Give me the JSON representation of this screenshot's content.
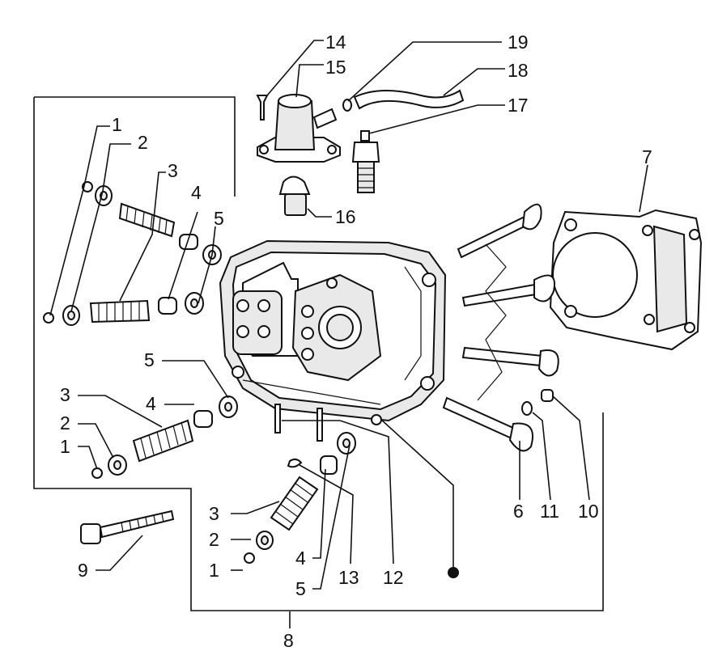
{
  "diagram": {
    "callouts": [
      {
        "id": "c1a",
        "text": "1"
      },
      {
        "id": "c2a",
        "text": "2"
      },
      {
        "id": "c3a",
        "text": "3"
      },
      {
        "id": "c4a",
        "text": "4"
      },
      {
        "id": "c5a",
        "text": "5"
      },
      {
        "id": "c5b",
        "text": "5"
      },
      {
        "id": "c3b",
        "text": "3"
      },
      {
        "id": "c4b",
        "text": "4"
      },
      {
        "id": "c2b",
        "text": "2"
      },
      {
        "id": "c1b",
        "text": "1"
      },
      {
        "id": "c9",
        "text": "9"
      },
      {
        "id": "c3c",
        "text": "3"
      },
      {
        "id": "c2c",
        "text": "2"
      },
      {
        "id": "c1c",
        "text": "1"
      },
      {
        "id": "c4c",
        "text": "4"
      },
      {
        "id": "c5c",
        "text": "5"
      },
      {
        "id": "c13",
        "text": "13"
      },
      {
        "id": "c12",
        "text": "12"
      },
      {
        "id": "c8",
        "text": "8"
      },
      {
        "id": "c14",
        "text": "14"
      },
      {
        "id": "c15",
        "text": "15"
      },
      {
        "id": "c16",
        "text": "16"
      },
      {
        "id": "c19",
        "text": "19"
      },
      {
        "id": "c18",
        "text": "18"
      },
      {
        "id": "c17",
        "text": "17"
      },
      {
        "id": "c7",
        "text": "7"
      },
      {
        "id": "c6",
        "text": "6"
      },
      {
        "id": "c11",
        "text": "11"
      },
      {
        "id": "c10",
        "text": "10"
      }
    ]
  }
}
